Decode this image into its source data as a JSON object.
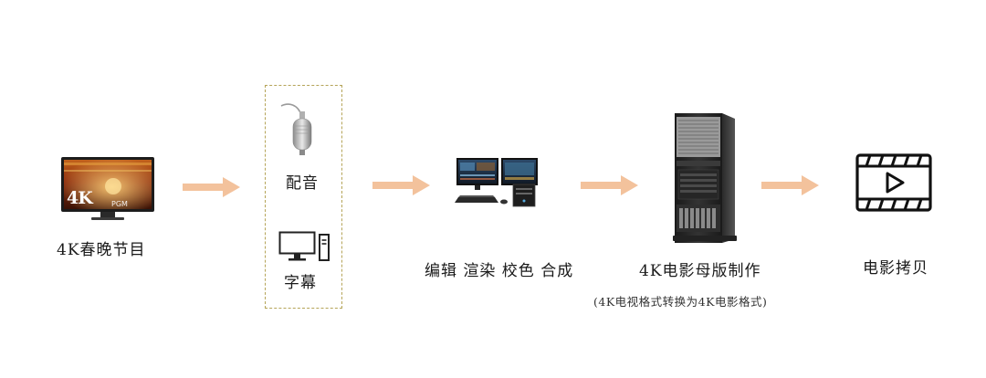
{
  "nodes": {
    "tv": {
      "label": "4K春晚节目",
      "screen_text": "4K",
      "screen_subtext": "PGM",
      "icon": "tv-icon"
    },
    "dubbing": {
      "label": "配音",
      "icon": "microphone-icon"
    },
    "subtitle": {
      "label": "字幕",
      "icon": "computer-icon"
    },
    "editing": {
      "label": "编辑 渲染 校色 合成",
      "icon": "editing-workstation-icon"
    },
    "mastering": {
      "label": "4K电影母版制作",
      "note": "(4K电视格式转换为4K电影格式)",
      "icon": "server-tower-icon"
    },
    "copy": {
      "label": "电影拷贝",
      "icon": "film-play-icon"
    }
  },
  "colors": {
    "arrow": "#f3c29c",
    "dashed_border": "#b5a458",
    "text": "#1a1a1a"
  }
}
